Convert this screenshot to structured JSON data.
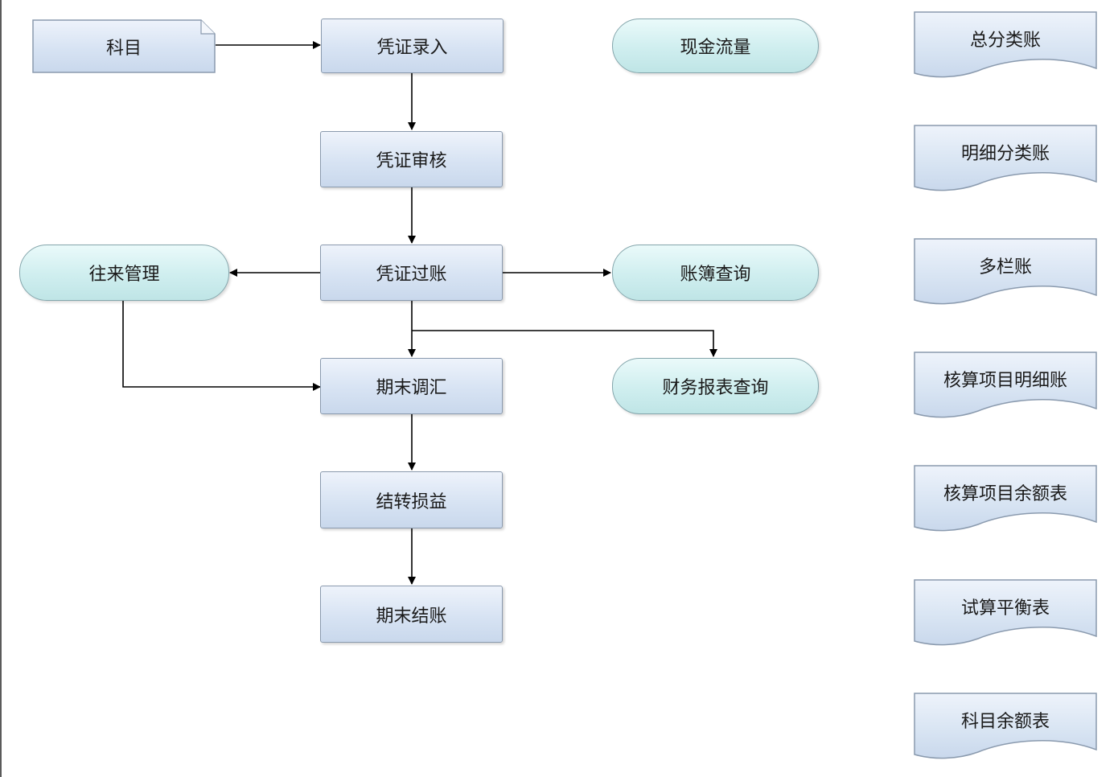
{
  "diagram": {
    "nodes": {
      "kemu": "科目",
      "pingzheng_luru": "凭证录入",
      "pingzheng_shenhe": "凭证审核",
      "pingzheng_guozhang": "凭证过账",
      "qimo_tiaohui": "期末调汇",
      "jiezhuan_sunyi": "结转损益",
      "qimo_jiezhang": "期末结账",
      "wanglai_guanli": "往来管理",
      "xianjin_liuliang": "现金流量",
      "zhangbu_chaxun": "账簿查询",
      "caiwu_baobiao_chaxun": "财务报表查询"
    },
    "reports": [
      "总分类账",
      "明细分类账",
      "多栏账",
      "核算项目明细账",
      "核算项目余额表",
      "试算平衡表",
      "科目余额表"
    ],
    "colors": {
      "process_fill": "#d7e3f3",
      "terminal_fill": "#cfeeef",
      "document_fill": "#d9e5f3",
      "line": "#000000",
      "left_border": "#5a5a5a"
    }
  }
}
